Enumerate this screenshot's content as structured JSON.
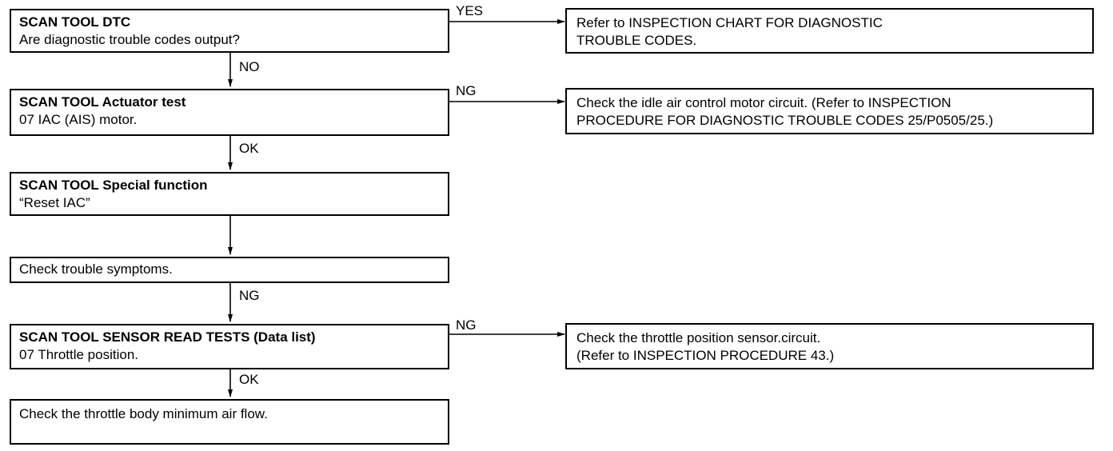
{
  "steps": [
    {
      "head": "SCAN TOOL DTC",
      "body": "Are diagnostic trouble codes output?"
    },
    {
      "head": "SCAN TOOL Actuator test",
      "body": "07 IAC (AIS) motor."
    },
    {
      "head": "SCAN TOOL Special function",
      "body": "“Reset IAC”"
    },
    {
      "head": "",
      "body": "Check trouble symptoms."
    },
    {
      "head": "SCAN TOOL SENSOR READ TESTS (Data list)",
      "body": "07 Throttle position."
    },
    {
      "head": "",
      "body": "Check the throttle body minimum air flow."
    }
  ],
  "results": [
    {
      "line1": "Refer  to INSPECTION  CHART  FOR  DIAGNOSTIC",
      "line2": "TROUBLE  CODES."
    },
    {
      "line1": "Check the idle air control motor circuit. (Refer  to  INSPECTION",
      "line2": "PROCEDURE FOR DIAGNOSTIC TROUBLE CODES 25/P0505/25.)"
    },
    {
      "line1": "Check  the  throttle  position  sensor.circuit.",
      "line2": "(Refer  to INSPECTION  PROCEDURE  43.)"
    }
  ],
  "edge_labels": {
    "step1_yes": "YES",
    "step1_no": "NO",
    "step2_ng": "NG",
    "step2_ok": "OK",
    "step4_ng": "NG",
    "step5_ng": "NG",
    "step5_ok": "OK"
  }
}
